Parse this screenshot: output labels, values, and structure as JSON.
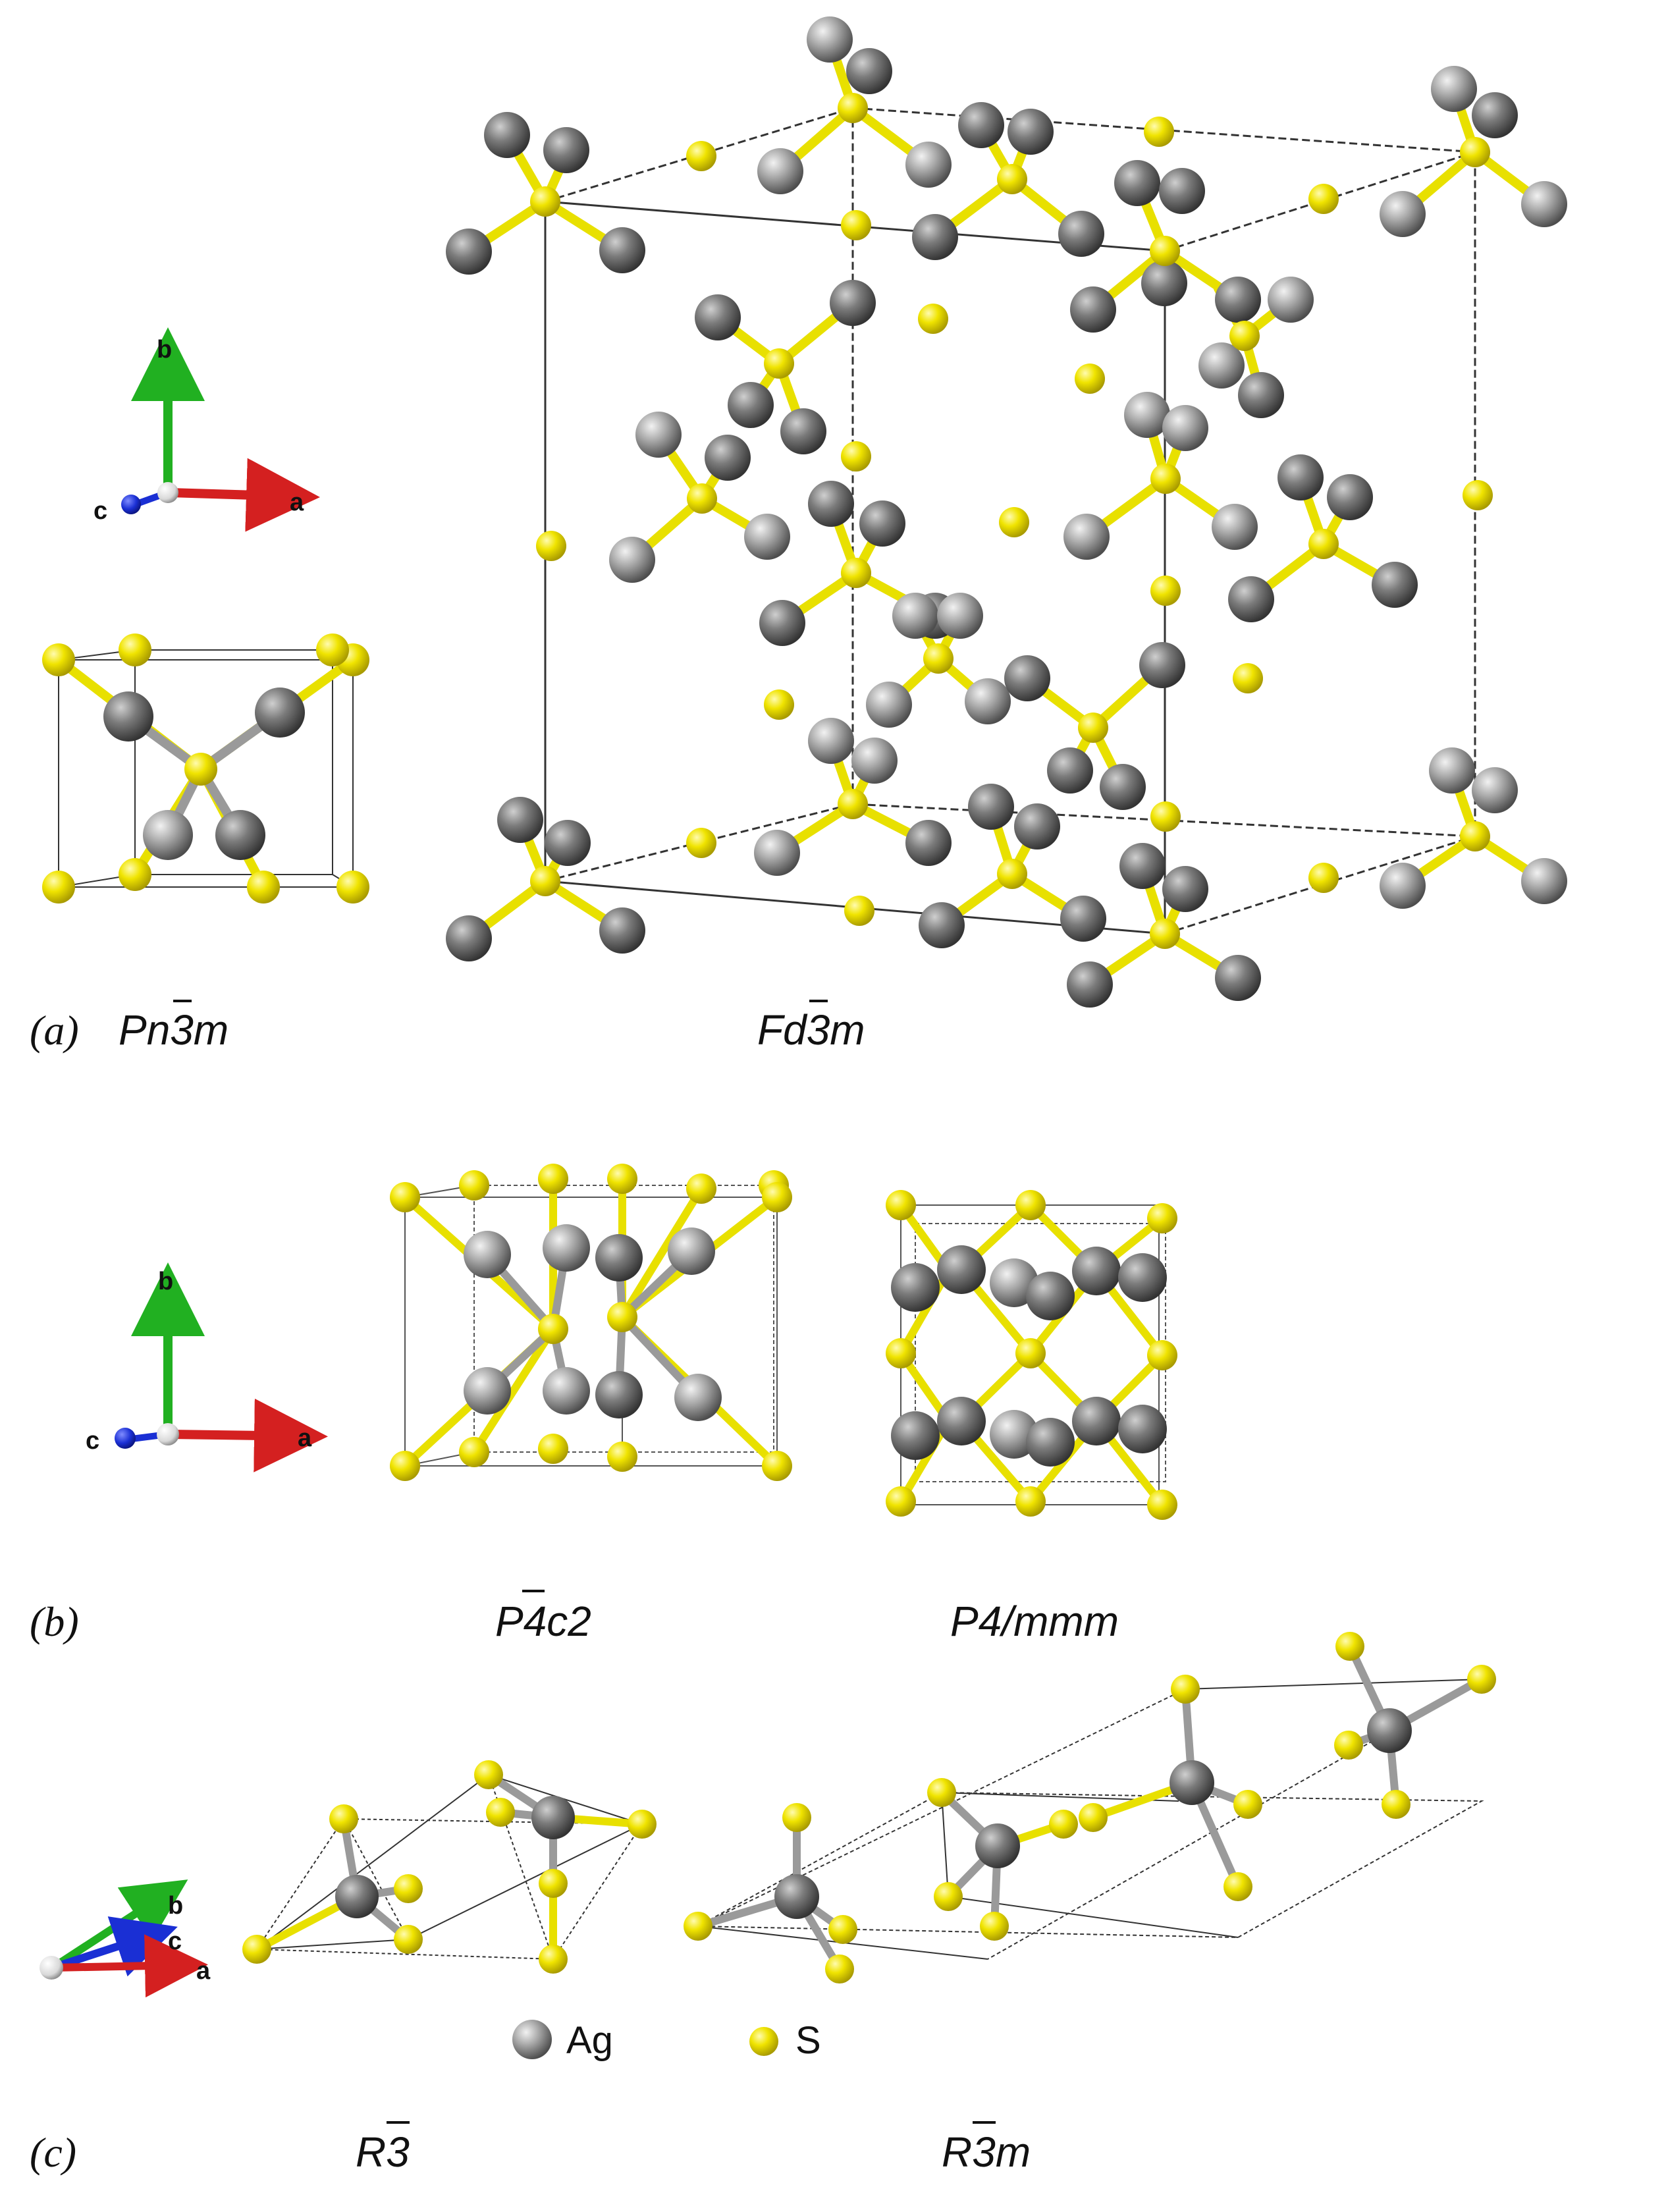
{
  "panels": {
    "a": {
      "label": "(a)",
      "groups": [
        "Pn3m",
        "Fd3m"
      ]
    },
    "b": {
      "label": "(b)",
      "groups": [
        "P4c2",
        "P4/mmm"
      ]
    },
    "c": {
      "label": "(c)",
      "groups": [
        "R3",
        "R3m"
      ]
    }
  },
  "axes": {
    "a": "a",
    "b": "b",
    "c": "c"
  },
  "legend": [
    {
      "species": "Ag",
      "color": "#8c8c8c"
    },
    {
      "species": "S",
      "color": "#e6dc00"
    }
  ],
  "colors": {
    "axis_a": "#d42020",
    "axis_b": "#21b021",
    "axis_c": "#1a2fd4",
    "ag_atom": "#8c8c8c",
    "s_atom": "#e6dc00",
    "bond_s": "#e8e000",
    "cell_edge": "#333333"
  }
}
